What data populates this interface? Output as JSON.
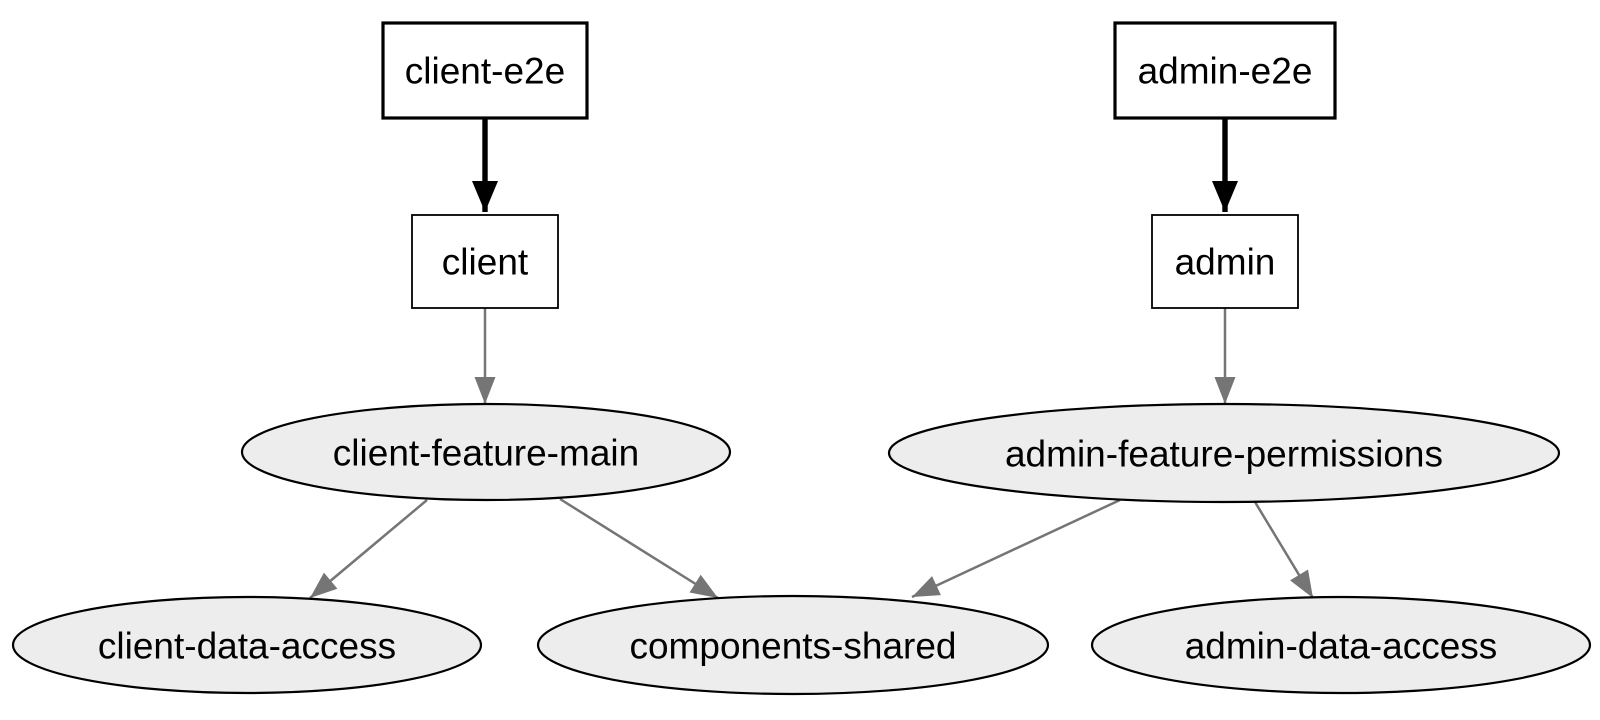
{
  "diagram": {
    "kind": "dependency-graph",
    "colors": {
      "background": "#ffffff",
      "node_border": "#000000",
      "rect_fill": "#ffffff",
      "ellipse_fill": "#ededed",
      "edge_bold": "#000000",
      "edge_normal": "#757575",
      "text": "#000000"
    },
    "nodes": {
      "client_e2e": {
        "label": "client-e2e",
        "shape": "rect",
        "emphasis": "bold"
      },
      "client": {
        "label": "client",
        "shape": "rect",
        "emphasis": "normal"
      },
      "admin_e2e": {
        "label": "admin-e2e",
        "shape": "rect",
        "emphasis": "bold"
      },
      "admin": {
        "label": "admin",
        "shape": "rect",
        "emphasis": "normal"
      },
      "client_feature_main": {
        "label": "client-feature-main",
        "shape": "ellipse",
        "emphasis": "normal"
      },
      "admin_feature_permissions": {
        "label": "admin-feature-permissions",
        "shape": "ellipse",
        "emphasis": "normal"
      },
      "client_data_access": {
        "label": "client-data-access",
        "shape": "ellipse",
        "emphasis": "normal"
      },
      "components_shared": {
        "label": "components-shared",
        "shape": "ellipse",
        "emphasis": "normal"
      },
      "admin_data_access": {
        "label": "admin-data-access",
        "shape": "ellipse",
        "emphasis": "normal"
      }
    },
    "edges": [
      {
        "from": "client-e2e",
        "to": "client",
        "style": "bold"
      },
      {
        "from": "admin-e2e",
        "to": "admin",
        "style": "bold"
      },
      {
        "from": "client",
        "to": "client-feature-main",
        "style": "normal"
      },
      {
        "from": "admin",
        "to": "admin-feature-permissions",
        "style": "normal"
      },
      {
        "from": "client-feature-main",
        "to": "client-data-access",
        "style": "normal"
      },
      {
        "from": "client-feature-main",
        "to": "components-shared",
        "style": "normal"
      },
      {
        "from": "admin-feature-permissions",
        "to": "components-shared",
        "style": "normal"
      },
      {
        "from": "admin-feature-permissions",
        "to": "admin-data-access",
        "style": "normal"
      }
    ]
  }
}
